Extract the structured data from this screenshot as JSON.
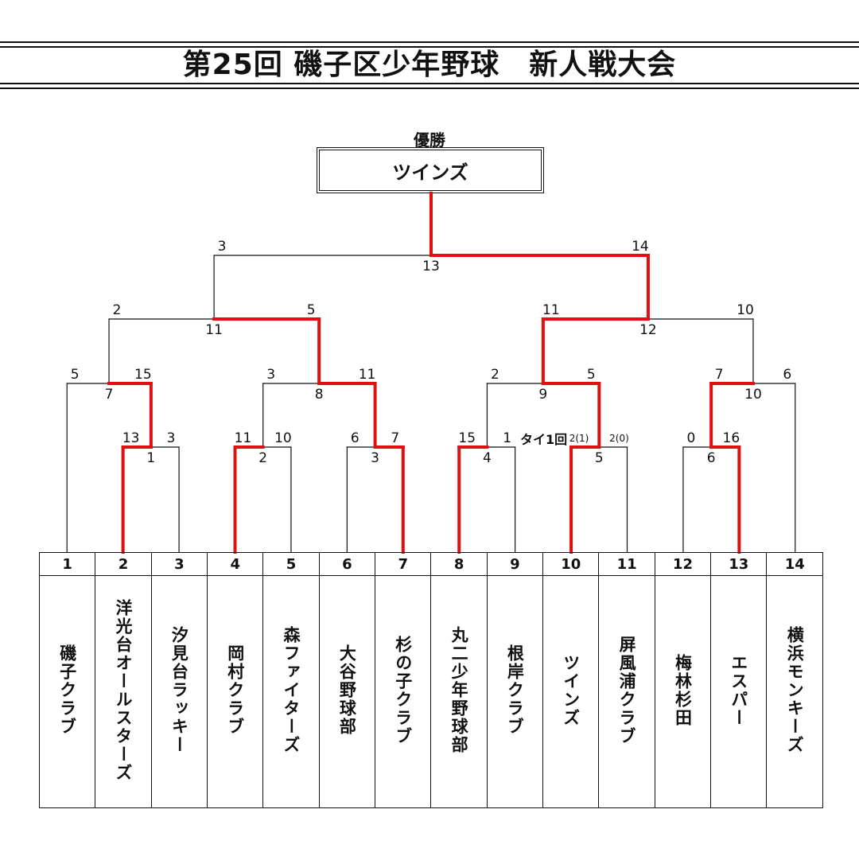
{
  "title": "第25回 磯子区少年野球　新人戦大会",
  "champion": {
    "label": "優勝",
    "team": "ツインズ"
  },
  "tie_note": "タイ1回",
  "teams": [
    {
      "no": "1",
      "name": "磯子クラブ"
    },
    {
      "no": "2",
      "name": "洋光台オールスターズ"
    },
    {
      "no": "3",
      "name": "汐見台ラッキー"
    },
    {
      "no": "4",
      "name": "岡村クラブ"
    },
    {
      "no": "5",
      "name": "森ファイターズ"
    },
    {
      "no": "6",
      "name": "大谷野球部"
    },
    {
      "no": "7",
      "name": "杉の子クラブ"
    },
    {
      "no": "8",
      "name": "丸二少年野球部"
    },
    {
      "no": "9",
      "name": "根岸クラブ"
    },
    {
      "no": "10",
      "name": "ツインズ"
    },
    {
      "no": "11",
      "name": "屏風浦クラブ"
    },
    {
      "no": "12",
      "name": "梅林杉田"
    },
    {
      "no": "13",
      "name": "エスパー"
    },
    {
      "no": "14",
      "name": "横浜モンキーズ"
    }
  ],
  "matches": [
    {
      "id": "1",
      "left_score": "13",
      "right_score": "3",
      "winner": "left"
    },
    {
      "id": "2",
      "left_score": "11",
      "right_score": "10",
      "winner": "left"
    },
    {
      "id": "3",
      "left_score": "6",
      "right_score": "7",
      "winner": "right"
    },
    {
      "id": "4",
      "left_score": "15",
      "right_score": "1",
      "winner": "left"
    },
    {
      "id": "5",
      "left_score": "2(1)",
      "right_score": "2(0)",
      "winner": "left"
    },
    {
      "id": "6",
      "left_score": "0",
      "right_score": "16",
      "winner": "right"
    },
    {
      "id": "7",
      "left_score": "5",
      "right_score": "15",
      "winner": "right"
    },
    {
      "id": "8",
      "left_score": "3",
      "right_score": "11",
      "winner": "right"
    },
    {
      "id": "9",
      "left_score": "2",
      "right_score": "5",
      "winner": "right"
    },
    {
      "id": "10",
      "left_score": "7",
      "right_score": "6",
      "winner": "left"
    },
    {
      "id": "11",
      "left_score": "2",
      "right_score": "5",
      "winner": "right"
    },
    {
      "id": "12",
      "left_score": "11",
      "right_score": "10",
      "winner": "left"
    },
    {
      "id": "13",
      "left_score": "3",
      "right_score": "14",
      "winner": "right"
    },
    {
      "id": "14",
      "left_score": "",
      "right_score": "",
      "winner": "right"
    }
  ],
  "colors": {
    "win_line": "#e01010",
    "line": "#111111"
  }
}
